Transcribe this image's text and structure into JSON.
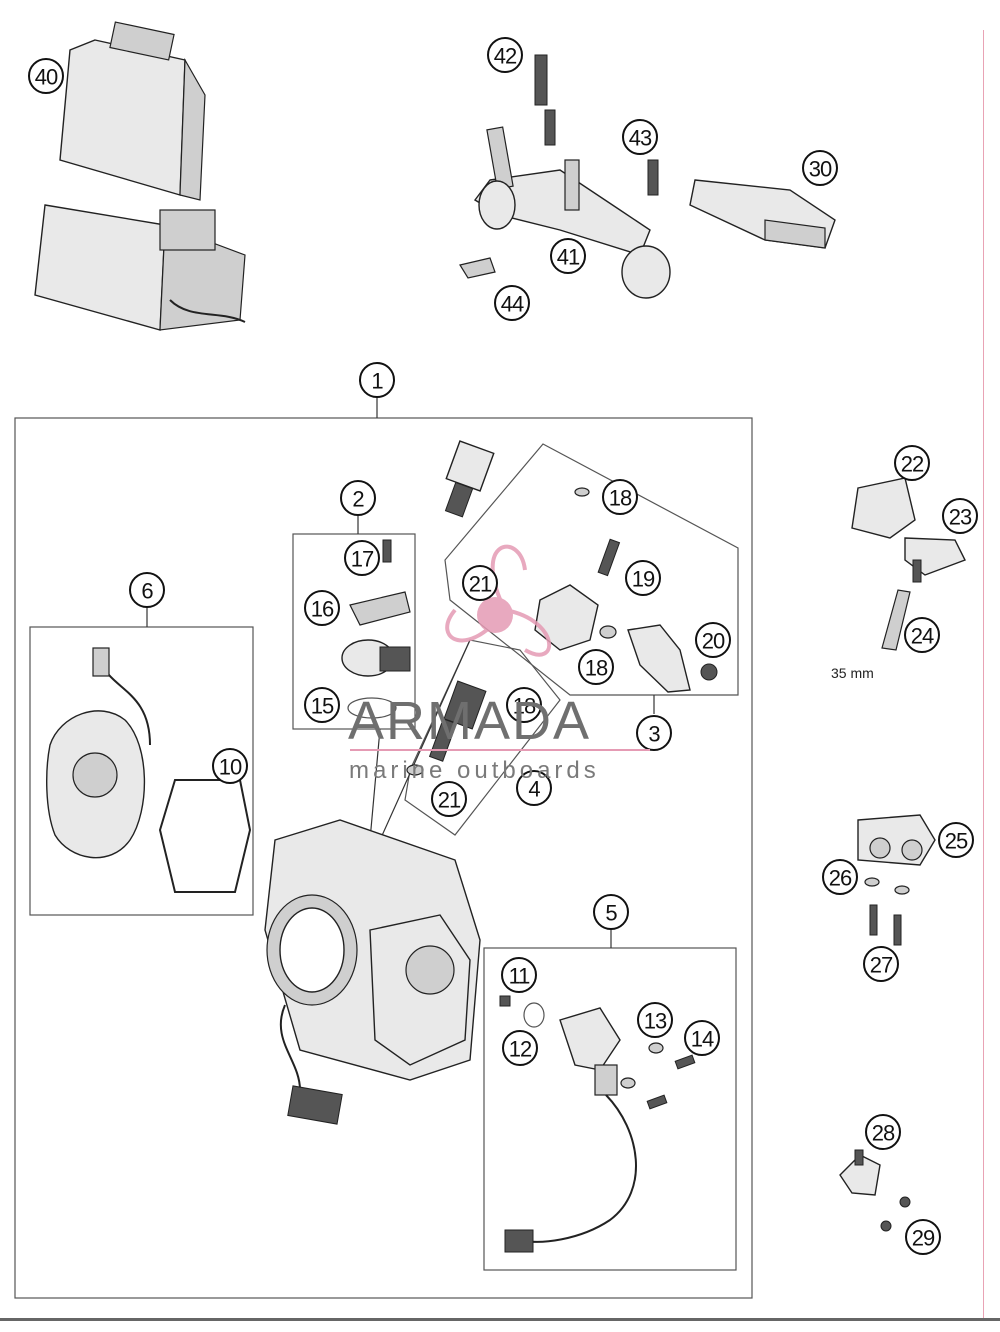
{
  "callouts": [
    {
      "label": "40"
    },
    {
      "label": "42"
    },
    {
      "label": "43"
    },
    {
      "label": "30"
    },
    {
      "label": "41"
    },
    {
      "label": "44"
    },
    {
      "label": "1"
    },
    {
      "label": "2"
    },
    {
      "label": "18"
    },
    {
      "label": "17"
    },
    {
      "label": "21"
    },
    {
      "label": "19"
    },
    {
      "label": "6"
    },
    {
      "label": "16"
    },
    {
      "label": "20"
    },
    {
      "label": "18"
    },
    {
      "label": "15"
    },
    {
      "label": "18"
    },
    {
      "label": "3"
    },
    {
      "label": "10"
    },
    {
      "label": "4"
    },
    {
      "label": "21"
    },
    {
      "label": "5"
    },
    {
      "label": "11"
    },
    {
      "label": "13"
    },
    {
      "label": "14"
    },
    {
      "label": "12"
    },
    {
      "label": "22"
    },
    {
      "label": "23"
    },
    {
      "label": "24"
    },
    {
      "label": "25"
    },
    {
      "label": "26"
    },
    {
      "label": "27"
    },
    {
      "label": "28"
    },
    {
      "label": "29"
    }
  ],
  "dimension_label": "35 mm",
  "watermark": {
    "brand": "ARMADA",
    "tagline": "marine outboards",
    "logo_icon": "propeller-logo-icon",
    "logo_color": "#e59bb4"
  }
}
